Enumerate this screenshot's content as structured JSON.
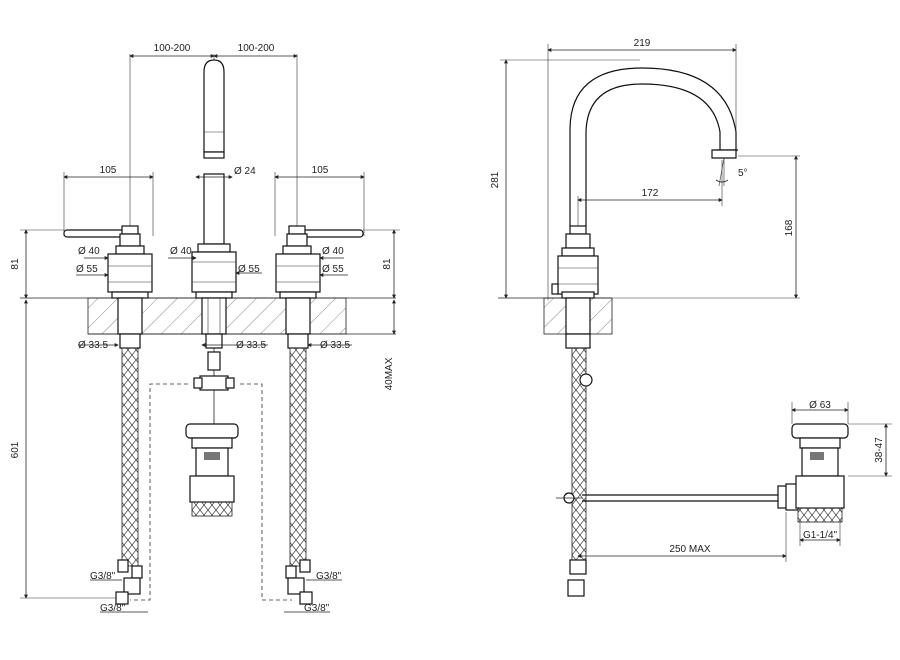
{
  "front_view": {
    "spacing_left": "100-200",
    "spacing_right": "100-200",
    "lever_left": "105",
    "lever_right": "105",
    "spout_dia": "Ø 24",
    "dia40_left": "Ø 40",
    "dia40_center": "Ø 40",
    "dia40_right": "Ø 40",
    "dia55_left": "Ø 55",
    "dia55_center": "Ø 55",
    "dia55_right": "Ø 55",
    "height_left": "81",
    "height_right": "81",
    "dia335_left": "Ø 33.5",
    "dia335_center": "Ø 33.5",
    "dia335_right": "Ø 33.5",
    "max_thickness": "40MAX",
    "hose_length": "601",
    "thread_left_upper": "G3/8\"",
    "thread_left_lower": "G3/8\"",
    "thread_right_upper": "G3/8\"",
    "thread_right_lower": "G3/8\""
  },
  "side_view": {
    "reach": "219",
    "total_height": "281",
    "inner_reach": "172",
    "spout_height": "168",
    "angle": "5°",
    "waste_dia": "Ø 63",
    "waste_height": "38-47",
    "rod_length": "250 MAX",
    "waste_thread": "G1-1/4\""
  }
}
